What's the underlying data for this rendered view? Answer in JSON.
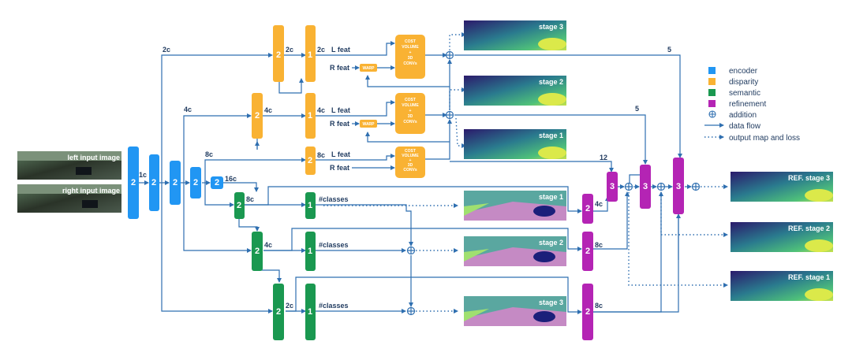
{
  "inputs": {
    "left": "left input image",
    "right": "right input image"
  },
  "encoder": {
    "blocks": [
      "2",
      "2",
      "2",
      "2",
      "2"
    ],
    "channels": [
      "1c",
      "2c",
      "4c",
      "8c",
      "16c"
    ]
  },
  "disparity": {
    "blocks": [
      "2",
      "1",
      "2",
      "1",
      "2"
    ],
    "channels": [
      "2c",
      "2c",
      "4c",
      "4c",
      "8c"
    ],
    "l_feat": "L feat",
    "r_feat": "R feat",
    "warp": "WARP",
    "cost_volume": [
      "COST",
      "VOLUME",
      "+",
      "3D",
      "CONVs"
    ]
  },
  "semantic": {
    "blocks": [
      "2",
      "1",
      "2",
      "1",
      "2",
      "1"
    ],
    "channels": [
      "8c",
      "4c",
      "2c"
    ],
    "classes": "#classes"
  },
  "refinement": {
    "blocks": [
      "3",
      "3",
      "3",
      "2",
      "2",
      "2"
    ],
    "numbers": [
      "12",
      "5",
      "5"
    ],
    "channels": [
      "4c",
      "8c",
      "8c"
    ]
  },
  "disparity_maps": [
    "stage 3",
    "stage 2",
    "stage 1"
  ],
  "semantic_maps": [
    "stage 1",
    "stage 2",
    "stage 3"
  ],
  "ref_maps": [
    "REF. stage 3",
    "REF. stage 2",
    "REF. stage 1"
  ],
  "legend": [
    {
      "label": "encoder",
      "color": "#2196f3"
    },
    {
      "label": "disparity",
      "color": "#f9b233"
    },
    {
      "label": "semantic",
      "color": "#1a9850"
    },
    {
      "label": "refinement",
      "color": "#b424b4"
    },
    {
      "label": "addition",
      "icon": "plus-circle-icon"
    },
    {
      "label": "data flow",
      "icon": "arrow-icon"
    },
    {
      "label": "output map and loss",
      "icon": "dotted-arrow-icon"
    }
  ]
}
